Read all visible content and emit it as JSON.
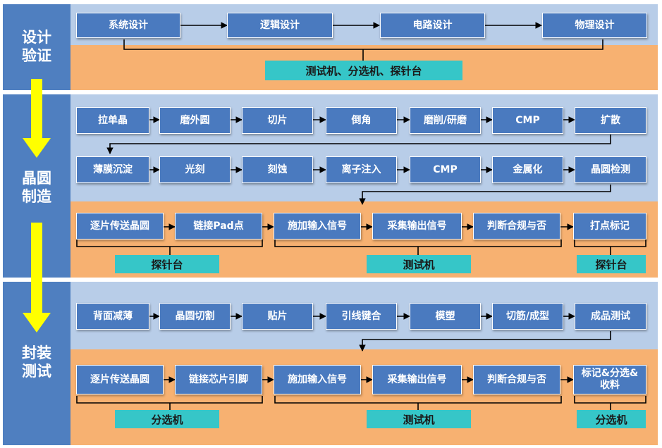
{
  "stages": {
    "design": {
      "label_line1": "设计",
      "label_line2": "验证"
    },
    "wafer": {
      "label_line1": "晶圆",
      "label_line2": "制造"
    },
    "package": {
      "label_line1": "封装",
      "label_line2": "测试"
    }
  },
  "design_steps": [
    "系统设计",
    "逻辑设计",
    "电路设计",
    "物理设计"
  ],
  "design_equipment": "测试机、分选机、探针台",
  "wafer_row1": [
    "拉单晶",
    "磨外圆",
    "切片",
    "倒角",
    "磨削/研磨",
    "CMP",
    "扩散"
  ],
  "wafer_row2": [
    "薄膜沉淀",
    "光刻",
    "刻蚀",
    "离子注入",
    "CMP",
    "金属化",
    "晶圆检测"
  ],
  "wafer_test_steps": [
    "逐片传送晶圆",
    "链接Pad点",
    "施加输入信号",
    "采集输出信号",
    "判断合规与否",
    "打点标记"
  ],
  "wafer_test_equipment": [
    "探针台",
    "测试机",
    "探针台"
  ],
  "package_row1": [
    "背面减薄",
    "晶圆切割",
    "贴片",
    "引线键合",
    "模塑",
    "切筋/成型",
    "成品测试"
  ],
  "package_test_steps": [
    "逐片传送晶圆",
    "链接芯片引脚",
    "施加输入信号",
    "采集输出信号",
    "判断合规与否",
    "标记&分选&收料"
  ],
  "package_test_equipment": [
    "分选机",
    "测试机",
    "分选机"
  ],
  "colors": {
    "stage": "#4f7fc0",
    "box": "#4a7abf",
    "blue_band": "#b8cde8",
    "orange_band": "#f7b171",
    "equipment": "#36c6c8",
    "down_arrow": "#ffff00"
  }
}
